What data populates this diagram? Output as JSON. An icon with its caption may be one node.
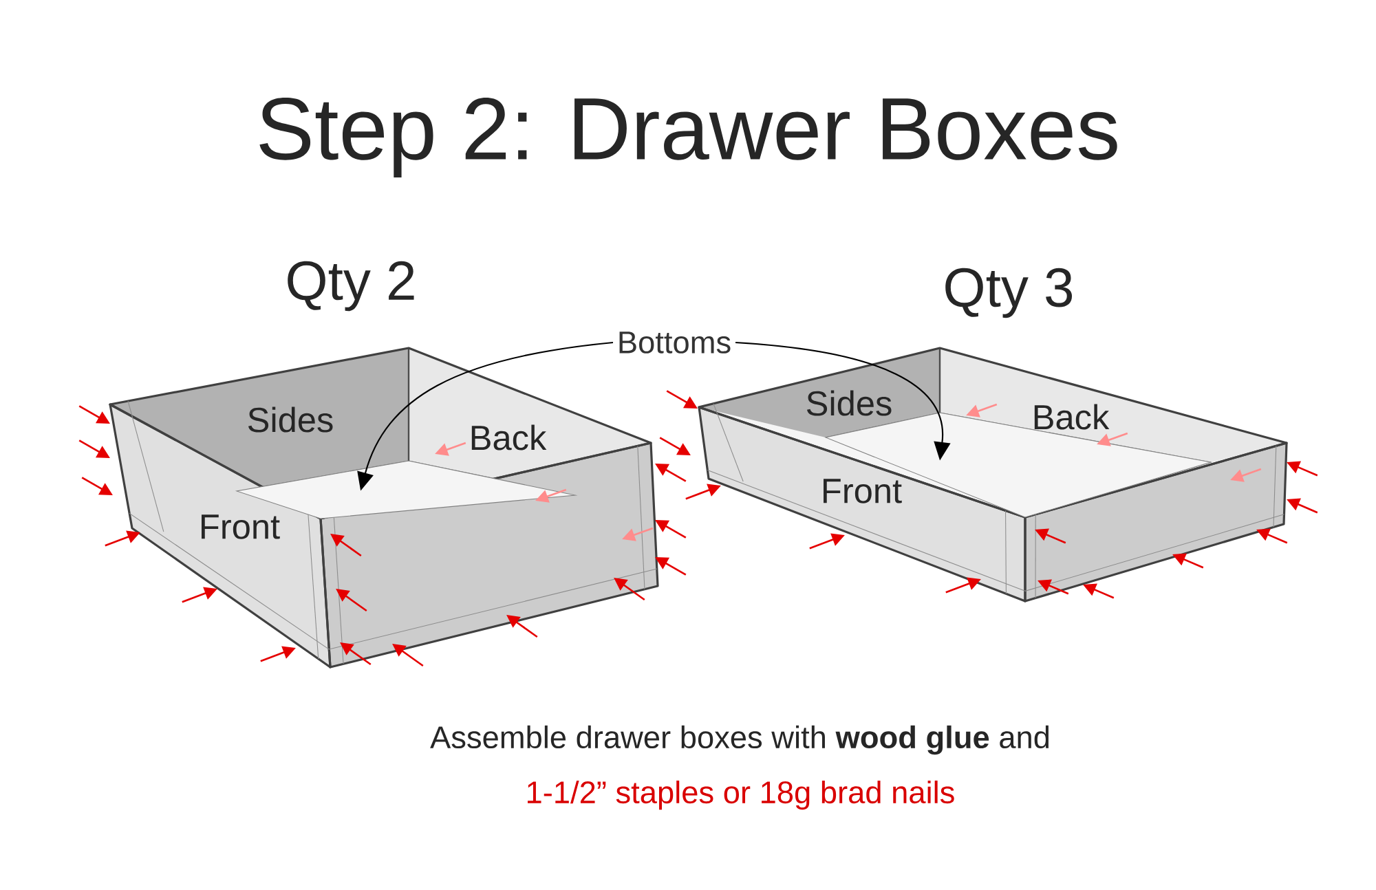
{
  "diagram": {
    "title": "Step 2: Drawer Boxes",
    "nodes": [
      {
        "text": [
          "Bottoms"
        ]
      },
      {
        "text": [],
        "shape": "box"
      },
      {
        "text": [],
        "shape": "box"
      }
    ],
    "edges": [
      {
        "from": 0,
        "to": 1,
        "arrow": "to"
      },
      {
        "from": 0,
        "to": 2,
        "arrow": "to"
      }
    ],
    "labels": [
      "Qty 2",
      "Qty 3",
      "Sides",
      "Back",
      "Front",
      "Sides",
      "Back",
      "Front",
      "Assemble drawer boxes with **wood glue** and",
      "1-1/2” staples or 18g brad nails"
    ]
  }
}
